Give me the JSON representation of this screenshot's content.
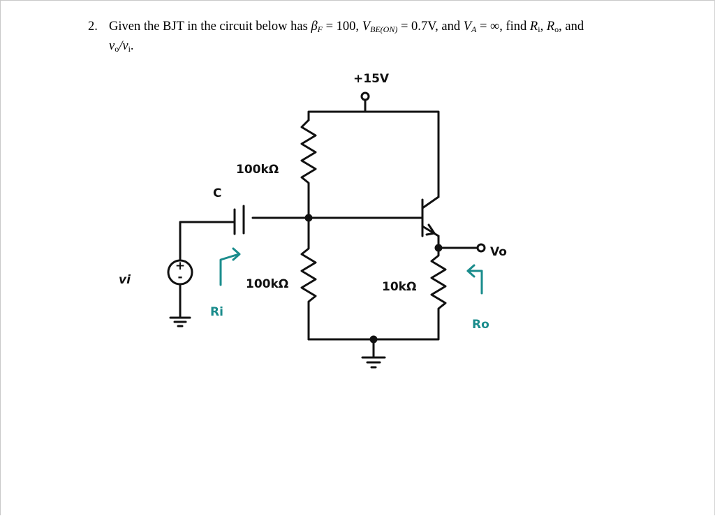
{
  "question": {
    "number": "2.",
    "prefix": "Given the BJT in the circuit below has",
    "beta_sym": "β",
    "beta_sub": "F",
    "beta_val": " = 100, ",
    "vbe_sym": "V",
    "vbe_sub": "BE(ON)",
    "vbe_val": " = 0.7V, and ",
    "va_sym": "V",
    "va_sub": "A",
    "va_val": " = ∞, find ",
    "ri_sym": "R",
    "ri_sub": "i",
    "sep1": ", ",
    "ro_sym": "R",
    "ro_sub": "o",
    "suffix": ", and",
    "ratio": "v",
    "ratio_sub1": "o",
    "ratio_slash": "/v",
    "ratio_sub2": "i",
    "end": "."
  },
  "circuit": {
    "supply_label": "+15V",
    "r_top_label": "100kΩ",
    "r_bottom_label": "100kΩ",
    "r_emitter_label": "10kΩ",
    "capacitor_label": "C",
    "source_label": "vi",
    "source_plus": "+",
    "source_minus": "-",
    "output_label": "Vo",
    "ri_label": "Ri",
    "ro_label": "Ro",
    "ink_color": "#111111",
    "annotation_color": "#1a8c8c"
  }
}
